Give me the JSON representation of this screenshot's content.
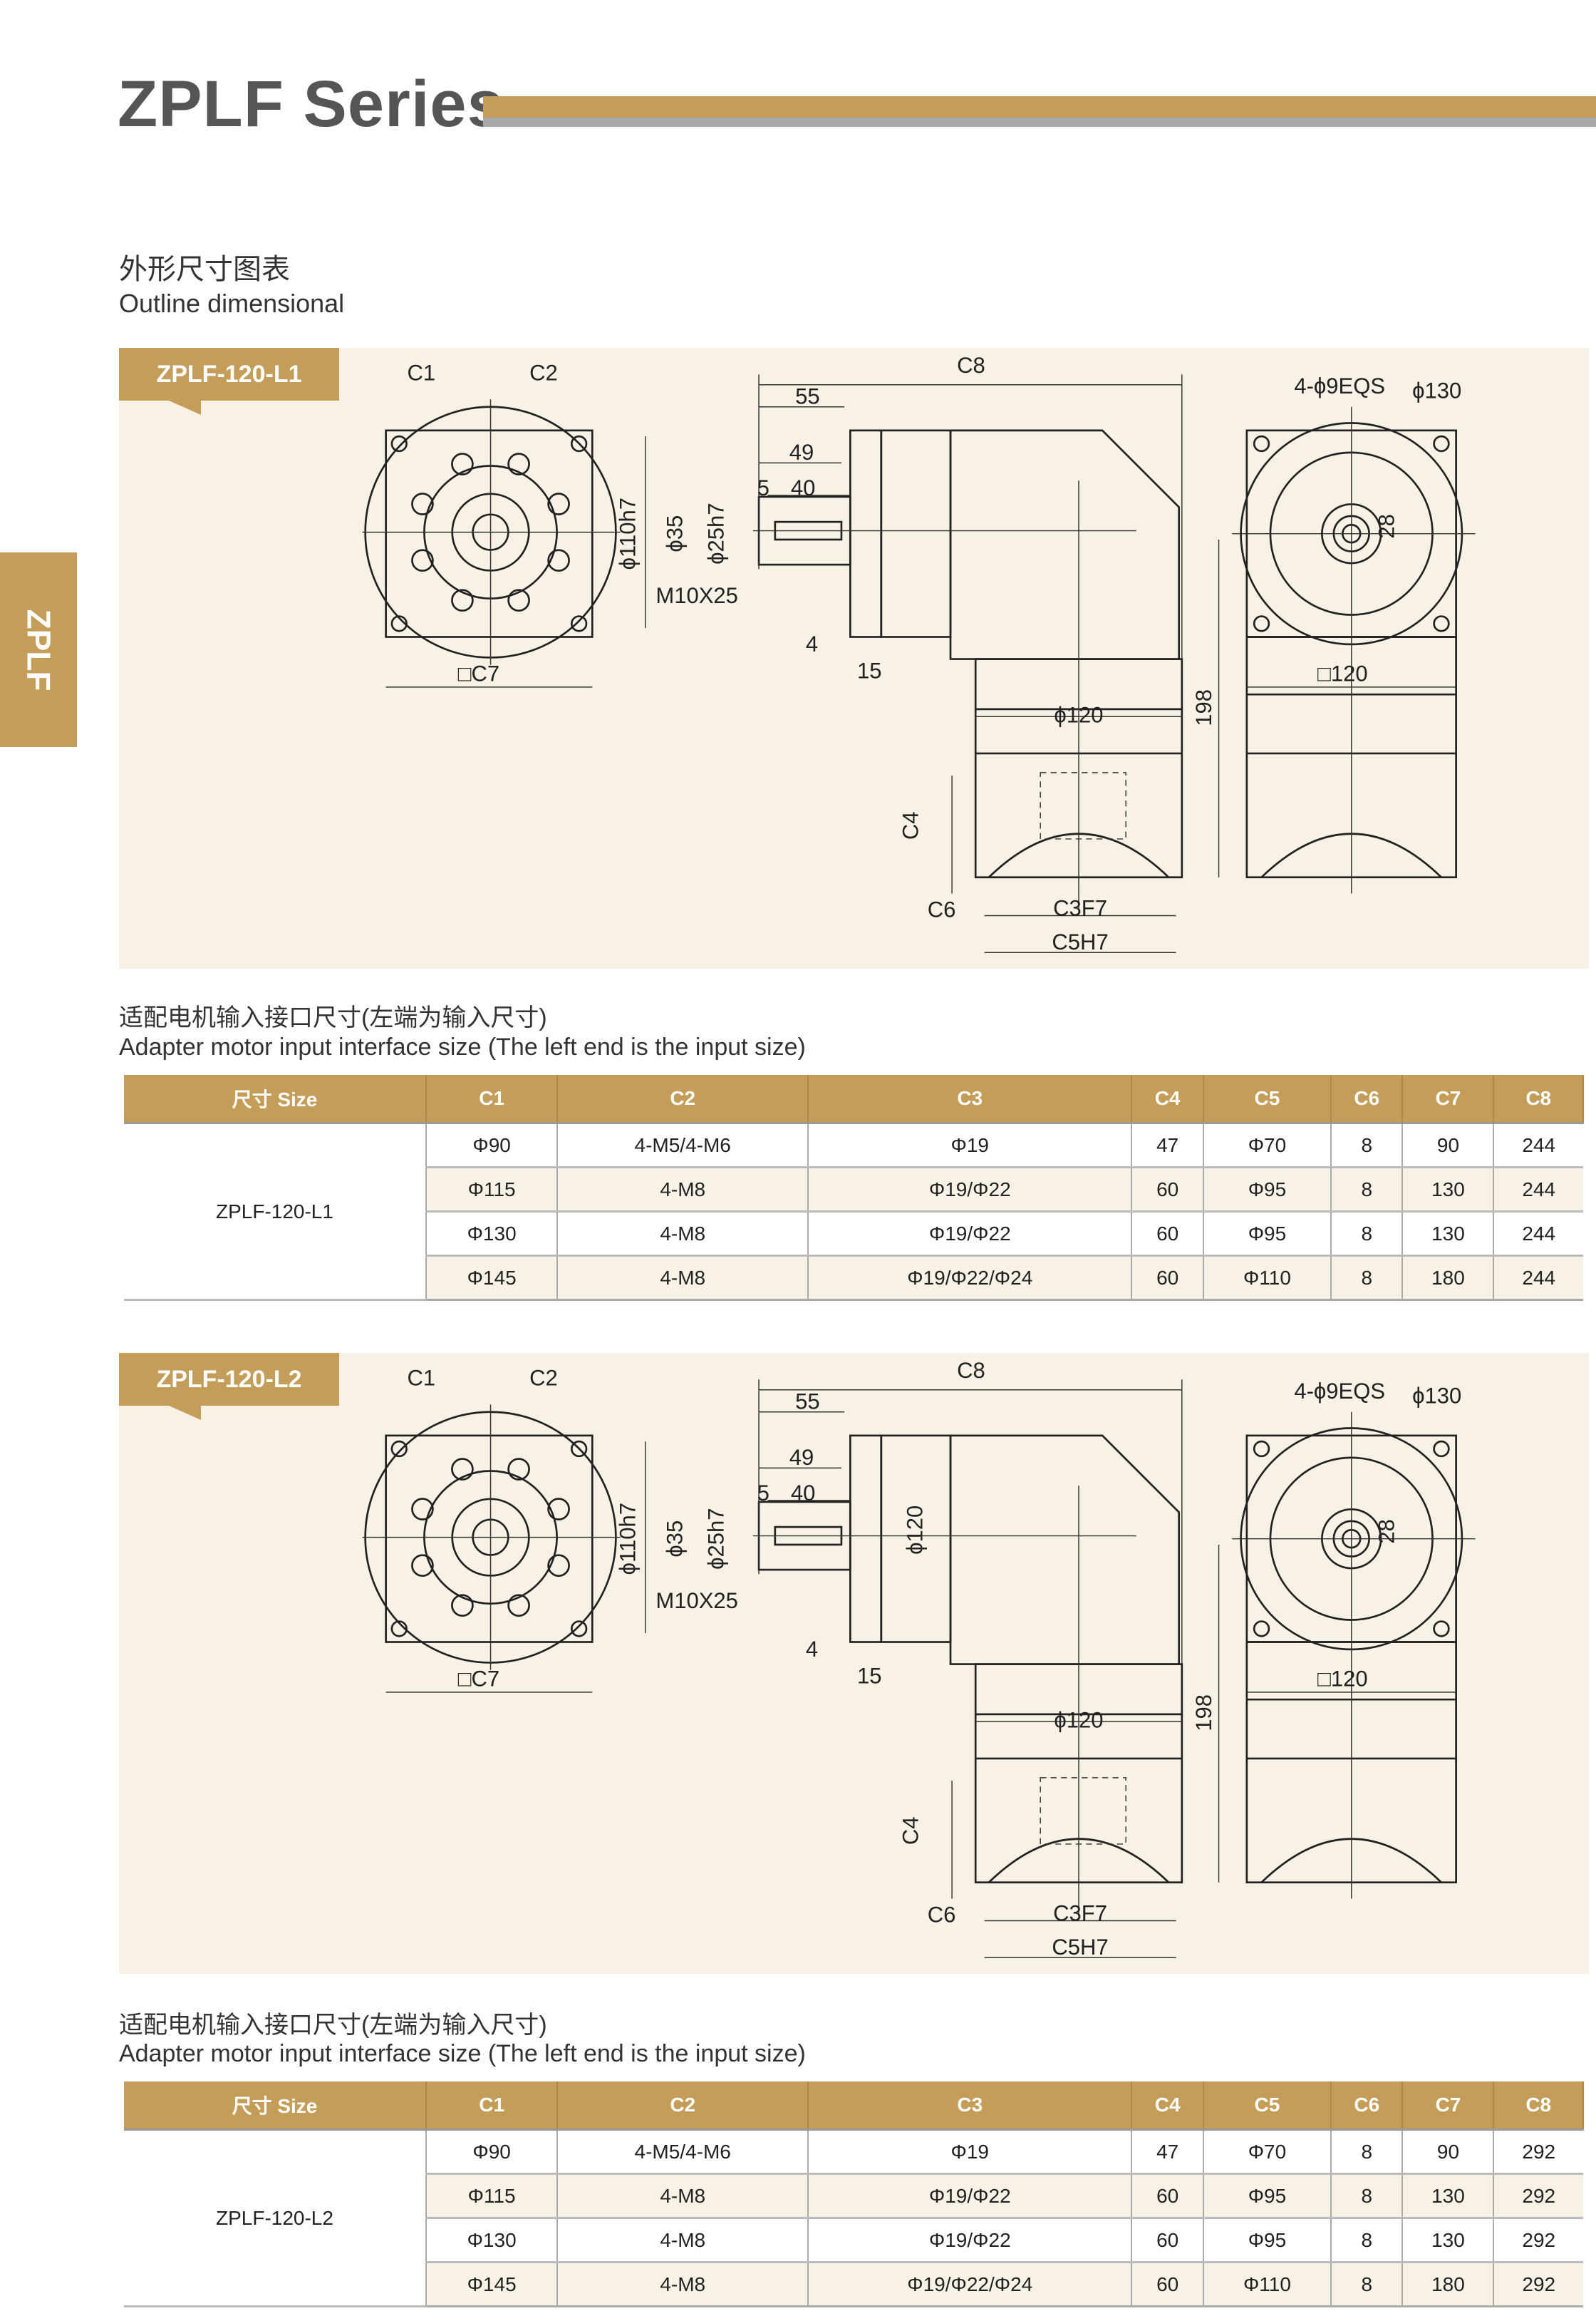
{
  "header": {
    "title": "ZPLF Series",
    "side_tab": "ZPLF"
  },
  "section": {
    "title_cn": "外形尺寸图表",
    "title_en": "Outline dimensional"
  },
  "colors": {
    "accent": "#c49d58",
    "gray": "#a7a8aa",
    "panel_bg": "#f8f1e6"
  },
  "panels": [
    {
      "tag": "ZPLF-120-L1",
      "labels": {
        "c1": "C1",
        "c2": "C2",
        "c7": "□C7",
        "c8": "C8",
        "d55": "55",
        "d49": "49",
        "d5": "5",
        "d40": "40",
        "d110": "ϕ110h7",
        "d35": "ϕ35",
        "d25": "ϕ25h7",
        "m10": "M10X25",
        "d4": "4",
        "d15": "15",
        "d120": "ϕ120",
        "d198": "198",
        "c4": "C4",
        "c6": "C6",
        "c3": "C3F7",
        "c5": "C5H7",
        "eqs": "4-ϕ9EQS",
        "d130": "ϕ130",
        "d28": "28",
        "sq120": "□120"
      }
    },
    {
      "tag": "ZPLF-120-L2",
      "labels": {
        "c1": "C1",
        "c2": "C2",
        "c7": "□C7",
        "c8": "C8",
        "d55": "55",
        "d49": "49",
        "d5": "5",
        "d40": "40",
        "d110": "ϕ110h7",
        "d35": "ϕ35",
        "d25": "ϕ25h7",
        "m10": "M10X25",
        "d4": "4",
        "d15": "15",
        "d120": "ϕ120",
        "d120v": "ϕ120",
        "d198": "198",
        "c4": "C4",
        "c6": "C6",
        "c3": "C3F7",
        "c5": "C5H7",
        "eqs": "4-ϕ9EQS",
        "d130": "ϕ130",
        "d28": "28",
        "sq120": "□120"
      }
    }
  ],
  "captions": {
    "cn": "适配电机输入接口尺寸(左端为输入尺寸)",
    "en": "Adapter motor input interface size (The left end is the input size)"
  },
  "tables": [
    {
      "headers": [
        "尺寸 Size",
        "C1",
        "C2",
        "C3",
        "C4",
        "C5",
        "C6",
        "C7",
        "C8"
      ],
      "model": "ZPLF-120-L1",
      "rows": [
        [
          "Φ90",
          "4-M5/4-M6",
          "Φ19",
          "47",
          "Φ70",
          "8",
          "90",
          "244"
        ],
        [
          "Φ115",
          "4-M8",
          "Φ19/Φ22",
          "60",
          "Φ95",
          "8",
          "130",
          "244"
        ],
        [
          "Φ130",
          "4-M8",
          "Φ19/Φ22",
          "60",
          "Φ95",
          "8",
          "130",
          "244"
        ],
        [
          "Φ145",
          "4-M8",
          "Φ19/Φ22/Φ24",
          "60",
          "Φ110",
          "8",
          "180",
          "244"
        ]
      ]
    },
    {
      "headers": [
        "尺寸 Size",
        "C1",
        "C2",
        "C3",
        "C4",
        "C5",
        "C6",
        "C7",
        "C8"
      ],
      "model": "ZPLF-120-L2",
      "rows": [
        [
          "Φ90",
          "4-M5/4-M6",
          "Φ19",
          "47",
          "Φ70",
          "8",
          "90",
          "292"
        ],
        [
          "Φ115",
          "4-M8",
          "Φ19/Φ22",
          "60",
          "Φ95",
          "8",
          "130",
          "292"
        ],
        [
          "Φ130",
          "4-M8",
          "Φ19/Φ22",
          "60",
          "Φ95",
          "8",
          "130",
          "292"
        ],
        [
          "Φ145",
          "4-M8",
          "Φ19/Φ22/Φ24",
          "60",
          "Φ110",
          "8",
          "180",
          "292"
        ]
      ]
    }
  ]
}
